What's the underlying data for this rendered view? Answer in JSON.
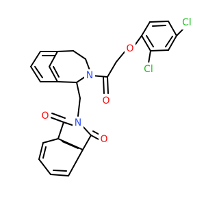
{
  "molecule": {
    "atoms": [
      {
        "id": "Cl_top",
        "label": "Cl",
        "color": "#1fc21f"
      },
      {
        "id": "Cl_mid",
        "label": "Cl",
        "color": "#1fc21f"
      },
      {
        "id": "O_ether",
        "label": "O",
        "color": "#ff0d0d"
      },
      {
        "id": "O_amide",
        "label": "O",
        "color": "#ff0d0d"
      },
      {
        "id": "N_ring",
        "label": "N",
        "color": "#3050f8"
      },
      {
        "id": "N_imide",
        "label": "N",
        "color": "#3050f8"
      },
      {
        "id": "O_imide_left",
        "label": "O",
        "color": "#ff0d0d"
      },
      {
        "id": "O_imide_right",
        "label": "O",
        "color": "#ff0d0d"
      }
    ]
  },
  "colors": {
    "bond": "#000000",
    "carbon": "#000000",
    "nitrogen": "#3050f8",
    "oxygen": "#ff0d0d",
    "chlorine": "#1fc21f",
    "background": "#ffffff"
  }
}
